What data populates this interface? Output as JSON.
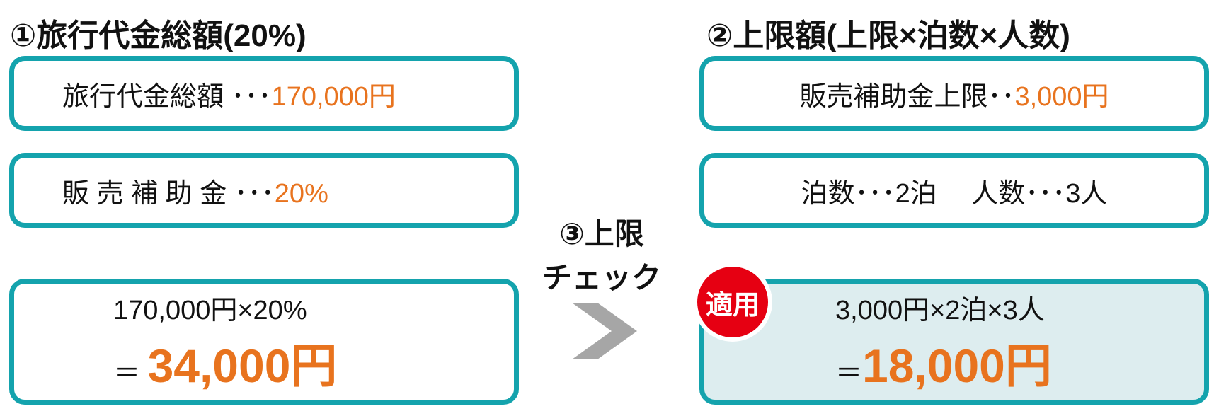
{
  "left": {
    "title": "①旅行代金総額(20%)",
    "box1": {
      "label": "旅行代金総額 ･･･",
      "value": "170,000円"
    },
    "box2": {
      "label": "販 売 補 助 金 ･･･",
      "value": "20%"
    },
    "box3": {
      "formula": "170,000円×20%",
      "eq": "＝ ",
      "result": "34,000円"
    }
  },
  "middle": {
    "line1": "③上限",
    "line2": "チェック",
    "arrow": "chevron-right"
  },
  "right": {
    "title": "②上限額(上限×泊数×人数)",
    "box1": {
      "label": "販売補助金上限･･",
      "value": "3,000円"
    },
    "box2": {
      "text": "泊数･･･2泊　 人数･･･3人"
    },
    "box3": {
      "badge": "適用",
      "formula": "3,000円×2泊×3人",
      "eq": "＝",
      "result": "18,000円"
    }
  },
  "colors": {
    "border": "#14a3ad",
    "accent": "#e8731e",
    "badge": "#e60012",
    "applied_bg": "#ddedef"
  }
}
